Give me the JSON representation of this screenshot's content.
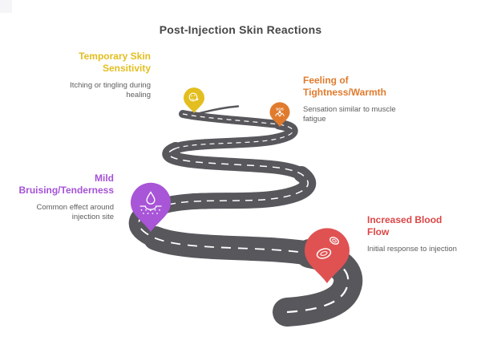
{
  "title": "Post-Injection Skin Reactions",
  "road": {
    "color": "#58575C",
    "centerline_color": "#FFFFFF"
  },
  "milestones": [
    {
      "id": "temporary-skin-sensitivity",
      "title": "Temporary Skin\nSensitivity",
      "description": "Itching or tingling during\nhealing",
      "color": "#E3BE1F",
      "icon": "itching-face-icon"
    },
    {
      "id": "tightness-warmth",
      "title": "Feeling of\nTightness/Warmth",
      "description": "Sensation similar to muscle\nfatigue",
      "color": "#E07B2E",
      "icon": "sos-person-icon",
      "icon_text": "SOS"
    },
    {
      "id": "mild-bruising-tenderness",
      "title": "Mild\nBruising/Tenderness",
      "description": "Common effect around\ninjection site",
      "color": "#A855D8",
      "icon": "skin-droplet-icon"
    },
    {
      "id": "increased-blood-flow",
      "title": "Increased Blood\nFlow",
      "description": "Initial response to injection",
      "color": "#E05252",
      "icon": "blood-cells-icon"
    }
  ]
}
